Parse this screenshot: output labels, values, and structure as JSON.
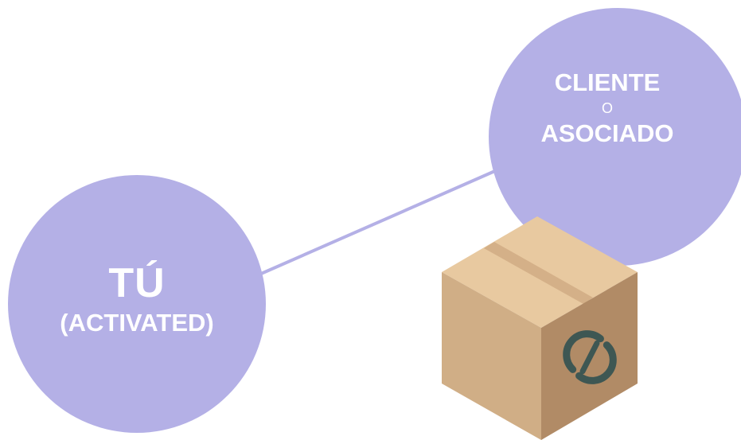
{
  "colors": {
    "circle": "#b4b0e6",
    "line": "#b4b0e6",
    "text": "#ffffff",
    "box_top": "#e8c9a0",
    "box_left": "#d0ae86",
    "box_right": "#b18b66",
    "box_tape": "#d4b088",
    "logo": "#3e5753"
  },
  "you": {
    "title": "TÚ",
    "subtitle": "(ACTIVATED)"
  },
  "client": {
    "line1": "CLIENTE",
    "connector": "O",
    "line2": "ASOCIADO"
  },
  "box": {
    "icon": "package-box-icon",
    "logo_icon": "circular-arrows-logo-icon"
  }
}
